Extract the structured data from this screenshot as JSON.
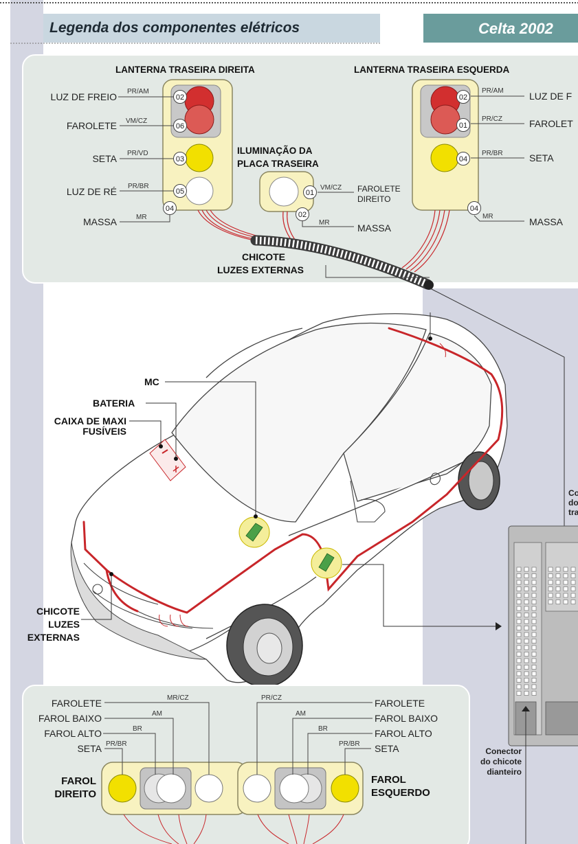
{
  "header": {
    "title": "Legenda dos componentes elétricos",
    "model": "Celta 2002"
  },
  "rear": {
    "right_title": "LANTERNA TRASEIRA DIREITA",
    "left_title": "LANTERNA TRASEIRA ESQUERDA",
    "plate_title_1": "ILUMINAÇÃO DA",
    "plate_title_2": "PLACA TRASEIRA",
    "right": [
      {
        "label": "LUZ DE FREIO",
        "wire": "PR/AM",
        "pin": "02"
      },
      {
        "label": "FAROLETE",
        "wire": "VM/CZ",
        "pin": "06"
      },
      {
        "label": "SETA",
        "wire": "PR/VD",
        "pin": "03"
      },
      {
        "label": "LUZ DE RÉ",
        "wire": "PR/BR",
        "pin": "05"
      },
      {
        "label": "MASSA",
        "wire": "MR",
        "pin": "04"
      }
    ],
    "left": [
      {
        "label": "LUZ DE F",
        "wire": "PR/AM",
        "pin": "02"
      },
      {
        "label": "FAROLET",
        "wire": "PR/CZ",
        "pin": "01"
      },
      {
        "label": "SETA",
        "wire": "PR/BR",
        "pin": "04"
      },
      {
        "label": "MASSA",
        "wire": "MR",
        "pin": "04"
      }
    ],
    "plate": [
      {
        "label1": "FAROLETE",
        "label2": "DIREITO",
        "wire": "VM/CZ",
        "pin": "01"
      },
      {
        "label": "MASSA",
        "wire": "MR",
        "pin": "02"
      }
    ],
    "harness_1": "CHICOTE",
    "harness_2": "LUZES EXTERNAS"
  },
  "car": {
    "mc": "MC",
    "bateria": "BATERIA",
    "caixa_1": "CAIXA DE MAXI",
    "caixa_2": "FUSÍVEIS",
    "harness_1": "CHICOTE",
    "harness_2": "LUZES",
    "harness_3": "EXTERNAS",
    "side_1": "Co",
    "side_2": "do",
    "side_3": "tra",
    "conn_1": "Conector",
    "conn_2": "do chicote",
    "conn_3": "dianteiro"
  },
  "front": {
    "right_title_1": "FAROL",
    "right_title_2": "DIREITO",
    "left_title_1": "FAROL",
    "left_title_2": "ESQUERDO",
    "right": [
      {
        "label": "FAROLETE",
        "wire": "MR/CZ"
      },
      {
        "label": "FAROL BAIXO",
        "wire": "AM"
      },
      {
        "label": "FAROL ALTO",
        "wire": "BR"
      },
      {
        "label": "SETA",
        "wire": "PR/BR"
      }
    ],
    "left": [
      {
        "label": "FAROLETE",
        "wire": "PR/CZ"
      },
      {
        "label": "FAROL BAIXO",
        "wire": "AM"
      },
      {
        "label": "FAROL ALTO",
        "wire": "BR"
      },
      {
        "label": "SETA",
        "wire": "PR/BR"
      }
    ]
  },
  "colors": {
    "panel": "#e3e9e5",
    "side_panel": "#d4d6e2",
    "lamp_housing": "#f8f2c0",
    "red": "#d22f2f",
    "yellow": "#f2e000",
    "wire_red": "#c8262a",
    "header_bar": "#6a9c9c"
  }
}
